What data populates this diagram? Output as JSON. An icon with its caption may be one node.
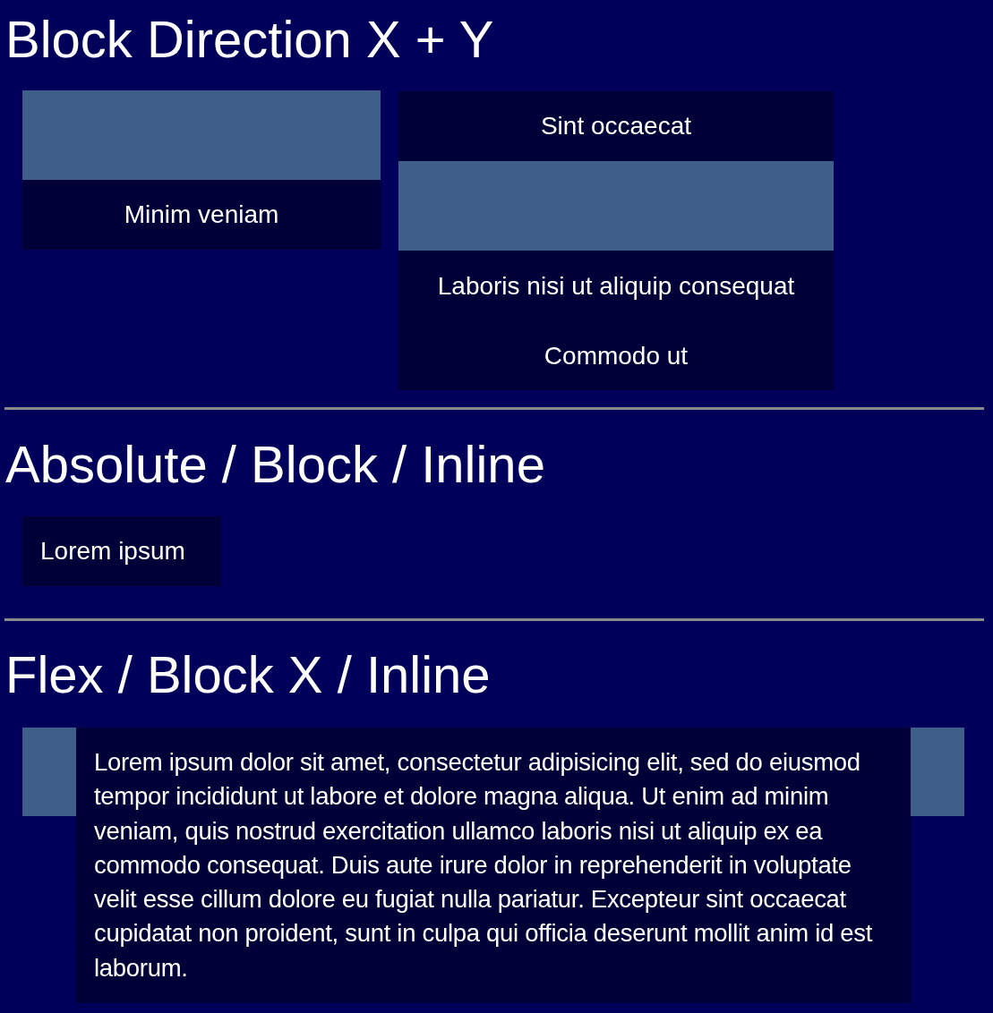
{
  "diagram": {
    "nodes": [
      {
        "text": [
          "Minim veniam"
        ]
      },
      {
        "text": [],
        "shape": "box",
        "in": 0
      },
      {
        "text": [
          "Sint occaecat",
          "Laboris nisi ut aliquip consequat",
          "Commodo ut"
        ]
      },
      {
        "text": [],
        "shape": "box",
        "in": 2
      },
      {
        "text": [
          "Lorem ipsum"
        ]
      },
      {
        "text": [],
        "shape": "box"
      },
      {
        "text": [
          "Lorem ipsum dolor sit amet, consectetur adipisicing elit, sed do eiusmod tempor incididunt ut labore et dolore magna aliqua. Ut enim ad minim veniam, quis nostrud exercitation ullamco laboris nisi ut aliquip ex ea commodo consequat. Duis aute irure dolor in reprehenderit in voluptate velit esse cillum dolore eu fugiat nulla pariatur. Excepteur sint occaecat cupidatat non proident, sunt in culpa qui officia deserunt mollit anim id est laborum."
        ]
      },
      {
        "text": [],
        "shape": "box"
      }
    ],
    "labels": [
      "Block Direction X + Y",
      "Absolute / Block / Inline",
      "Flex / Block X / Inline"
    ]
  }
}
